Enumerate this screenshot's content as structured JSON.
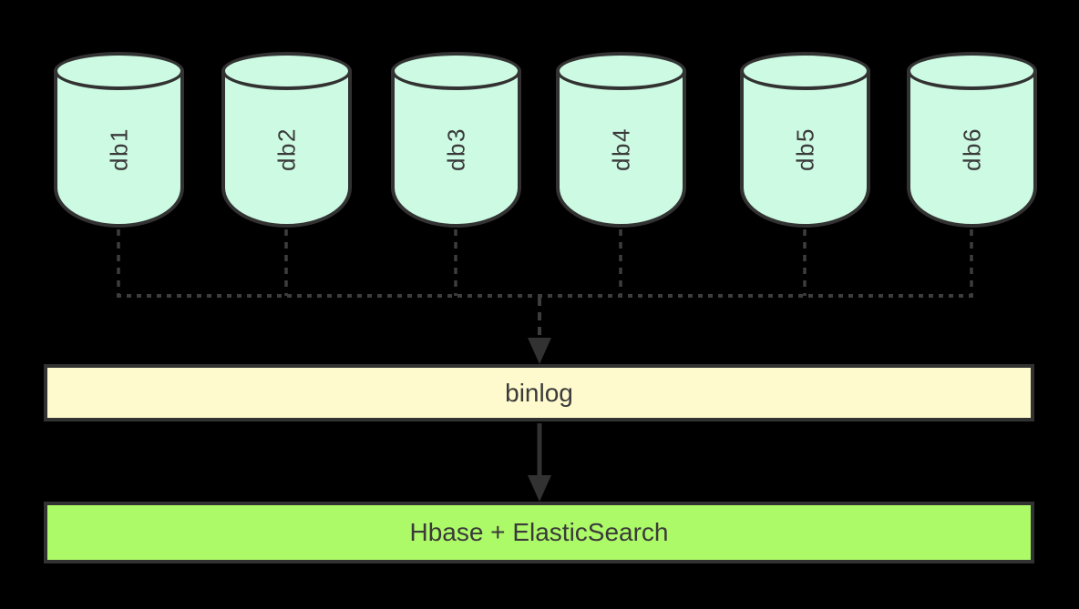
{
  "diagram": {
    "databases": [
      {
        "label": "db1"
      },
      {
        "label": "db2"
      },
      {
        "label": "db3"
      },
      {
        "label": "db4"
      },
      {
        "label": "db5"
      },
      {
        "label": "db6"
      }
    ],
    "binlog_box": {
      "label": "binlog"
    },
    "storage_box": {
      "label": "Hbase + ElasticSearch"
    },
    "colors": {
      "background": "#000000",
      "cylinder_fill": "#CDFAE3",
      "binlog_fill": "#FEFACD",
      "storage_fill": "#ADFA68",
      "stroke": "#323232",
      "connector": "#3D3D3D",
      "text": "#3A3A3A"
    }
  }
}
